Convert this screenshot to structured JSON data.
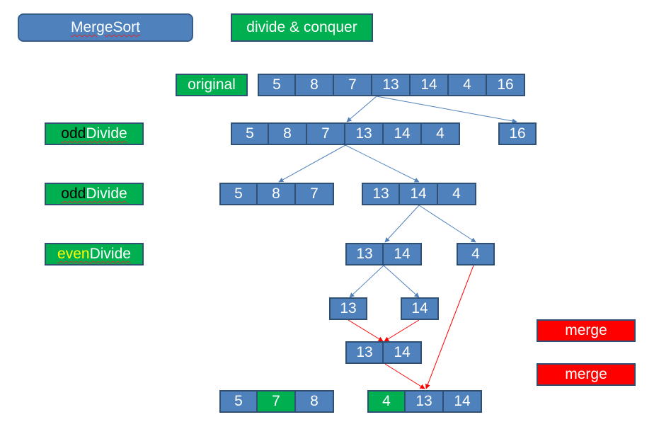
{
  "title": "MergeSort",
  "subtitle": "divide & conquer",
  "labels": {
    "original": "original",
    "odd_prefix": "odd",
    "divide": "Divide",
    "even_prefix": "even",
    "merge1": "merge",
    "merge2": "merge"
  },
  "colors": {
    "node_blue": "#4f81bd",
    "highlight_green": "#00b050",
    "merge_red": "#ff0000",
    "divide_arrow": "#4f81bd",
    "merge_arrow": "#ff0000",
    "even_text": "#ffff00",
    "odd_text": "#000000"
  },
  "arrays": {
    "original": [
      "5",
      "8",
      "7",
      "13",
      "14",
      "4",
      "16"
    ],
    "level1_left": [
      "5",
      "8",
      "7",
      "13",
      "14",
      "4"
    ],
    "level1_right": [
      "16"
    ],
    "level2_left": [
      "5",
      "8",
      "7"
    ],
    "level2_right": [
      "13",
      "14",
      "4"
    ],
    "level3_left": [
      "13",
      "14"
    ],
    "level3_right": [
      "4"
    ],
    "level4_a": [
      "13"
    ],
    "level4_b": [
      "14"
    ],
    "merged_pair": [
      "13",
      "14"
    ],
    "result_left": [
      "5",
      "7",
      "8"
    ],
    "result_right": [
      "4",
      "13",
      "14"
    ]
  }
}
